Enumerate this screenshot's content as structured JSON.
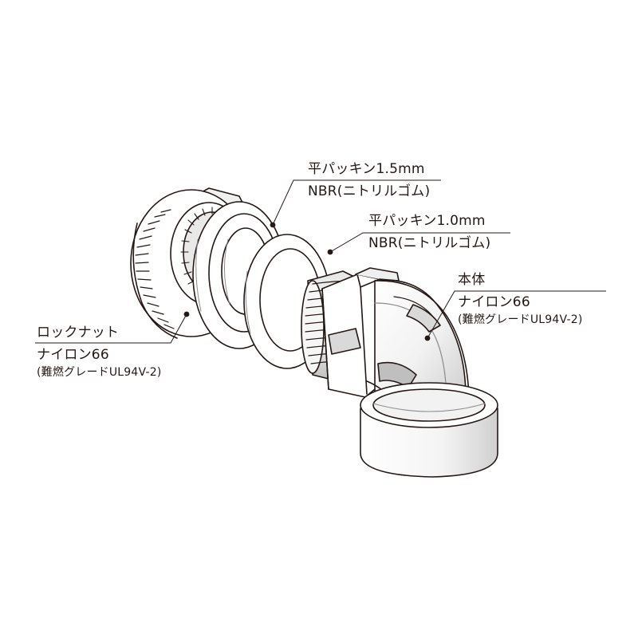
{
  "callouts": {
    "gasket_15": {
      "name": "平パッキン1.5mm",
      "material": "NBR(ニトリルゴム)"
    },
    "gasket_10": {
      "name": "平パッキン1.0mm",
      "material": "NBR(ニトリルゴム)"
    },
    "body": {
      "name": "本体",
      "material": "ナイロン66",
      "grade": "(難燃グレードUL94V-2)"
    },
    "locknut": {
      "name": "ロックナット",
      "material": "ナイロン66",
      "grade": "(難燃グレードUL94V-2)"
    }
  },
  "colors": {
    "line": "#231815",
    "part_fill": "#ffffff",
    "shade": "#d9d9d9",
    "shade_dark": "#8c8c8c"
  }
}
